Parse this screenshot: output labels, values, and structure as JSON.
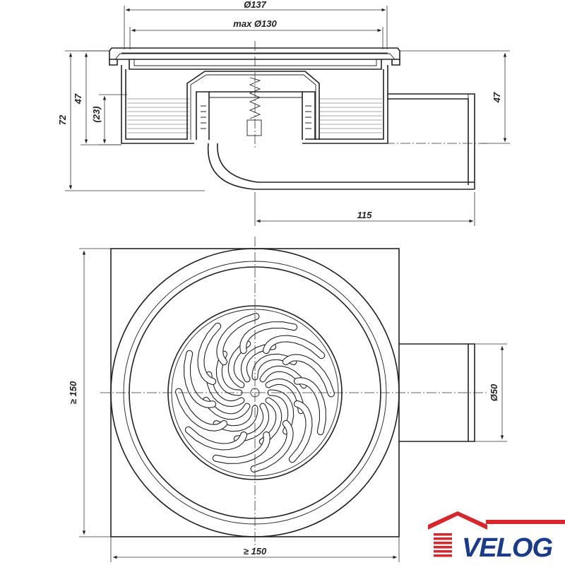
{
  "dimensions": {
    "outer_diameter": "Ø137",
    "max_diameter": "max Ø130",
    "total_height": "72",
    "body_height_left": "47",
    "inner_height": "(23)",
    "body_height_right": "47",
    "outlet_length": "115",
    "width_vertical": "≥ 150",
    "width_horizontal": "≥ 150",
    "outlet_diameter": "Ø50"
  },
  "logo": {
    "text": "VELOG",
    "colors": {
      "red": "#d7262c",
      "blue": "#1a3a8c"
    }
  }
}
